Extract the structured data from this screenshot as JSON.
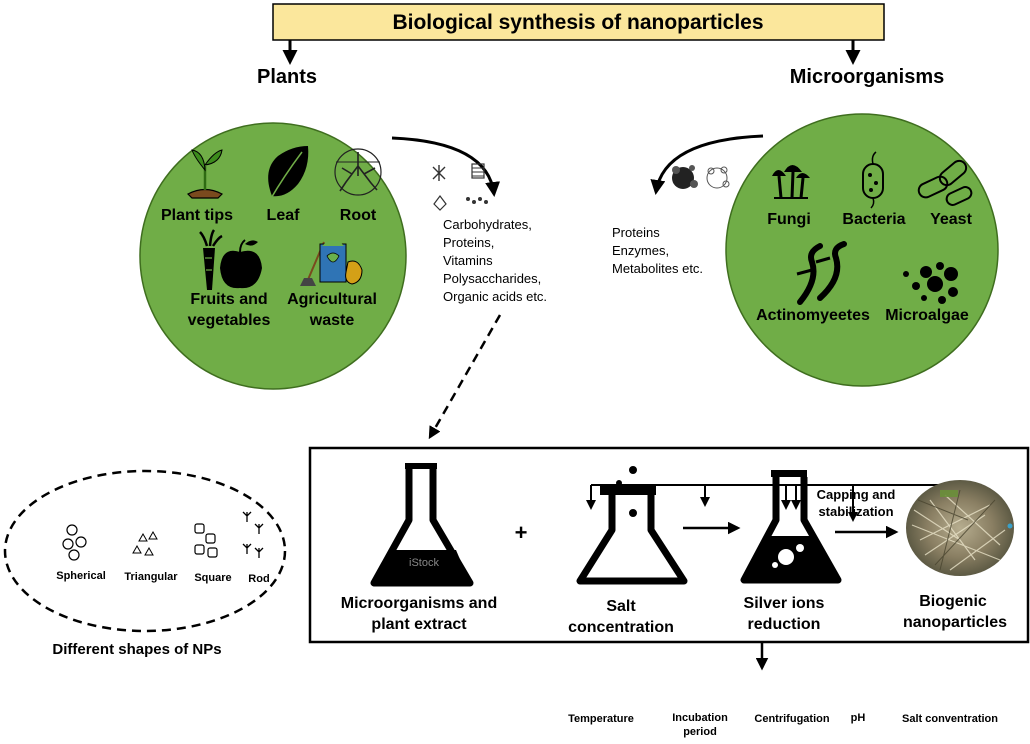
{
  "title": "Biological synthesis of nanoparticles",
  "plants": {
    "heading": "Plants",
    "items": {
      "plant_tips": "Plant tips",
      "leaf": "Leaf",
      "root": "Root",
      "fruits_line1": "Fruits and",
      "fruits_line2": "vegetables",
      "agri_line1": "Agricultural",
      "agri_line2": "waste"
    },
    "compounds": [
      "Carbohydrates,",
      "Proteins,",
      "Vitamins",
      "Polysaccharides,",
      "Organic acids etc."
    ]
  },
  "microorganisms": {
    "heading": "Microorganisms",
    "items": {
      "fungi": "Fungi",
      "bacteria": "Bacteria",
      "yeast": "Yeast",
      "actinomycetes": "Actinomyeetes",
      "microalgae": "Microalgae"
    },
    "compounds": [
      "Proteins",
      "Enzymes,",
      "Metabolites etc."
    ]
  },
  "shapes": {
    "caption": "Different shapes of NPs",
    "spherical": "Spherical",
    "triangular": "Triangular",
    "square": "Square",
    "rod": "Rod"
  },
  "process": {
    "extract_line1": "Microorganisms and",
    "extract_line2": "plant extract",
    "plus": "+",
    "watermark": "iStock",
    "salt_line1": "Salt",
    "salt_line2": "concentration",
    "silver_line1": "Silver ions",
    "silver_line2": "reduction",
    "capping_line1": "Capping and",
    "capping_line2": "stabilization",
    "bio_line1": "Biogenic",
    "bio_line2": "nanoparticles"
  },
  "factors": {
    "temperature": "Temperature",
    "incubation_line1": "Incubation",
    "incubation_line2": "period",
    "centrifugation": "Centrifugation",
    "ph": "pH",
    "salt": "Salt conventration"
  },
  "colors": {
    "title_box": "#FBE79C",
    "circle_fill": "#70AD47",
    "circle_stroke": "#3F6E1F",
    "black": "#000000"
  }
}
